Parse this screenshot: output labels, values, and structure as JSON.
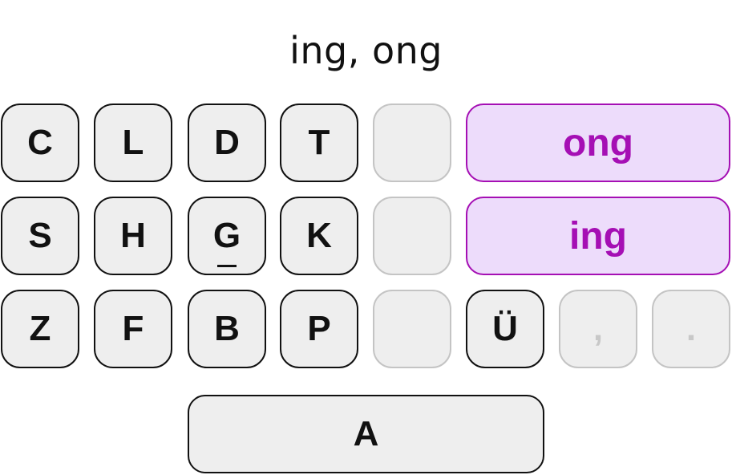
{
  "title": "ing, ong",
  "colors": {
    "accent": "#a50fb4",
    "accent_bg": "#eddcfb",
    "key_bg": "#eeeeee",
    "dim_border": "#c4c4c4"
  },
  "keys": {
    "c": "C",
    "l": "L",
    "d": "D",
    "t": "T",
    "s": "S",
    "h": "H",
    "g": "G",
    "k": "K",
    "z": "Z",
    "f": "F",
    "b": "B",
    "p": "P",
    "u_umlaut": "Ü",
    "comma": ",",
    "period": ".",
    "a": "A",
    "ong": "ong",
    "ing": "ing"
  }
}
